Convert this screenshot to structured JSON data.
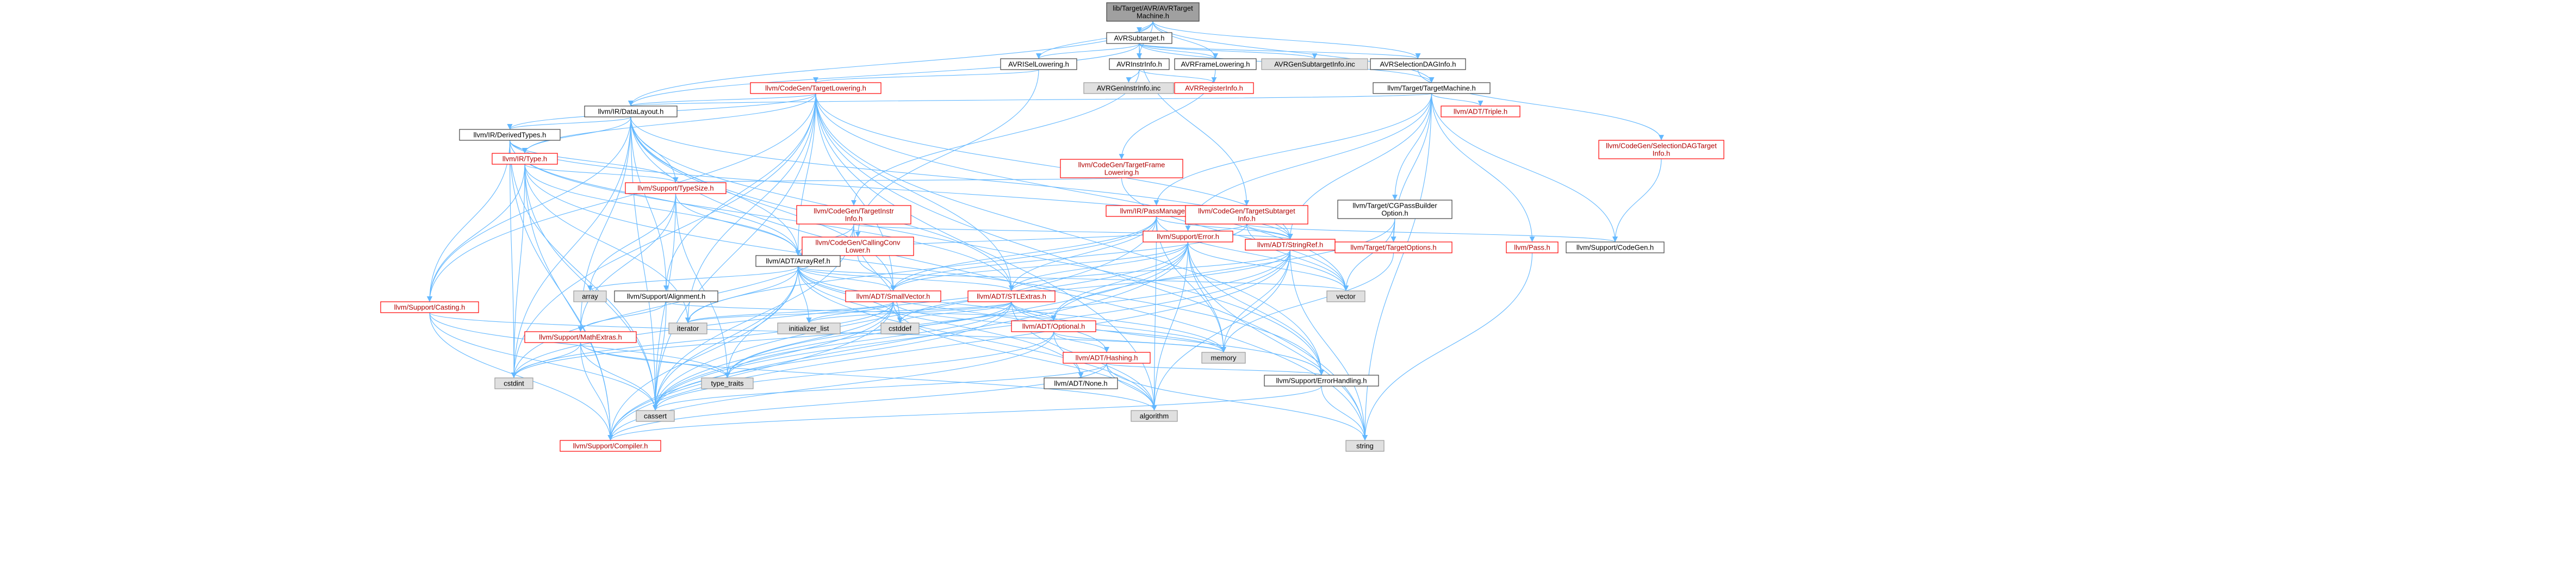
{
  "graph": {
    "colors": {
      "edge": "#63b8ff",
      "root_fill": "#a0a0a0",
      "normal_fill": "#ffffff",
      "normal_stroke": "#404040",
      "normal_text": "#000000",
      "truncated_stroke": "#ff0000",
      "truncated_text": "#b00000",
      "external_fill": "#e0e0e0",
      "external_stroke": "#999999"
    },
    "nodes": [
      {
        "id": "root",
        "label": "lib/Target/AVR/AVRTarget\nMachine.h",
        "kind": "root"
      },
      {
        "id": "avrsubtarget",
        "label": "AVRSubtarget.h",
        "kind": "normal"
      },
      {
        "id": "avrisellowering",
        "label": "AVRISelLowering.h",
        "kind": "normal"
      },
      {
        "id": "avrinstrinfo",
        "label": "AVRInstrInfo.h",
        "kind": "normal"
      },
      {
        "id": "avrframelowering",
        "label": "AVRFrameLowering.h",
        "kind": "normal"
      },
      {
        "id": "avrgensubtargetinfo",
        "label": "AVRGenSubtargetInfo.inc",
        "kind": "external"
      },
      {
        "id": "avrselectiondaginfo",
        "label": "AVRSelectionDAGInfo.h",
        "kind": "normal"
      },
      {
        "id": "targetmachine",
        "label": "llvm/Target/TargetMachine.h",
        "kind": "normal"
      },
      {
        "id": "avrgeninstrinfo",
        "label": "AVRGenInstrInfo.inc",
        "kind": "external"
      },
      {
        "id": "avrregisterinfo",
        "label": "AVRRegisterInfo.h",
        "kind": "truncated"
      },
      {
        "id": "targetlowering",
        "label": "llvm/CodeGen/TargetLowering.h",
        "kind": "truncated"
      },
      {
        "id": "datalayout",
        "label": "llvm/IR/DataLayout.h",
        "kind": "normal"
      },
      {
        "id": "triple",
        "label": "llvm/ADT/Triple.h",
        "kind": "truncated"
      },
      {
        "id": "seldaginfo",
        "label": "llvm/CodeGen/SelectionDAGTarget\nInfo.h",
        "kind": "truncated"
      },
      {
        "id": "derivedtypes",
        "label": "llvm/IR/DerivedTypes.h",
        "kind": "normal"
      },
      {
        "id": "targetframelowering",
        "label": "llvm/CodeGen/TargetFrame\nLowering.h",
        "kind": "truncated"
      },
      {
        "id": "irtype",
        "label": "llvm/IR/Type.h",
        "kind": "truncated"
      },
      {
        "id": "targetinstrinfo",
        "label": "llvm/CodeGen/TargetInstr\nInfo.h",
        "kind": "truncated"
      },
      {
        "id": "passmanager",
        "label": "llvm/IR/PassManager.h",
        "kind": "truncated"
      },
      {
        "id": "targetsubtargetinfo",
        "label": "llvm/CodeGen/TargetSubtarget\nInfo.h",
        "kind": "truncated"
      },
      {
        "id": "cgpassbuilder",
        "label": "llvm/Target/CGPassBuilder\nOption.h",
        "kind": "normal"
      },
      {
        "id": "typesize",
        "label": "llvm/Support/TypeSize.h",
        "kind": "truncated"
      },
      {
        "id": "callingconvlower",
        "label": "llvm/CodeGen/CallingConv\nLower.h",
        "kind": "truncated"
      },
      {
        "id": "stringref",
        "label": "llvm/ADT/StringRef.h",
        "kind": "truncated"
      },
      {
        "id": "supporterror",
        "label": "llvm/Support/Error.h",
        "kind": "truncated"
      },
      {
        "id": "targetoptions",
        "label": "llvm/Target/TargetOptions.h",
        "kind": "truncated"
      },
      {
        "id": "pass",
        "label": "llvm/Pass.h",
        "kind": "truncated"
      },
      {
        "id": "supportcodegen",
        "label": "llvm/Support/CodeGen.h",
        "kind": "normal"
      },
      {
        "id": "arrayref",
        "label": "llvm/ADT/ArrayRef.h",
        "kind": "normal"
      },
      {
        "id": "supportcasting",
        "label": "llvm/Support/Casting.h",
        "kind": "truncated"
      },
      {
        "id": "array",
        "label": "array",
        "kind": "external"
      },
      {
        "id": "supportalignment",
        "label": "llvm/Support/Alignment.h",
        "kind": "normal"
      },
      {
        "id": "smallvector",
        "label": "llvm/ADT/SmallVector.h",
        "kind": "truncated"
      },
      {
        "id": "stlextras",
        "label": "llvm/ADT/STLExtras.h",
        "kind": "truncated"
      },
      {
        "id": "vector",
        "label": "vector",
        "kind": "external"
      },
      {
        "id": "mathextras",
        "label": "llvm/Support/MathExtras.h",
        "kind": "truncated"
      },
      {
        "id": "iterator",
        "label": "iterator",
        "kind": "external"
      },
      {
        "id": "initializer_list",
        "label": "initializer_list",
        "kind": "external"
      },
      {
        "id": "cstddef",
        "label": "cstddef",
        "kind": "external"
      },
      {
        "id": "optional",
        "label": "llvm/ADT/Optional.h",
        "kind": "truncated"
      },
      {
        "id": "memory",
        "label": "memory",
        "kind": "external"
      },
      {
        "id": "cstdint",
        "label": "cstdint",
        "kind": "external"
      },
      {
        "id": "type_traits",
        "label": "type_traits",
        "kind": "external"
      },
      {
        "id": "none",
        "label": "llvm/ADT/None.h",
        "kind": "normal"
      },
      {
        "id": "hashing",
        "label": "llvm/ADT/Hashing.h",
        "kind": "truncated"
      },
      {
        "id": "cassert",
        "label": "cassert",
        "kind": "external"
      },
      {
        "id": "algorithm",
        "label": "algorithm",
        "kind": "external"
      },
      {
        "id": "errorhandling",
        "label": "llvm/Support/ErrorHandling.h",
        "kind": "normal"
      },
      {
        "id": "compiler",
        "label": "llvm/Support/Compiler.h",
        "kind": "truncated"
      },
      {
        "id": "string",
        "label": "string",
        "kind": "external"
      }
    ],
    "edges": [
      [
        "root",
        "avrsubtarget"
      ],
      [
        "root",
        "avrisellowering"
      ],
      [
        "root",
        "avrinstrinfo"
      ],
      [
        "root",
        "avrframelowering"
      ],
      [
        "root",
        "avrselectiondaginfo"
      ],
      [
        "root",
        "targetmachine"
      ],
      [
        "root",
        "datalayout"
      ],
      [
        "avrsubtarget",
        "avrisellowering"
      ],
      [
        "avrsubtarget",
        "avrinstrinfo"
      ],
      [
        "avrsubtarget",
        "avrframelowering"
      ],
      [
        "avrsubtarget",
        "avrgensubtargetinfo"
      ],
      [
        "avrsubtarget",
        "avrselectiondaginfo"
      ],
      [
        "avrsubtarget",
        "targetmachine"
      ],
      [
        "avrsubtarget",
        "datalayout"
      ],
      [
        "avrsubtarget",
        "targetsubtargetinfo"
      ],
      [
        "avrisellowering",
        "targetlowering"
      ],
      [
        "avrisellowering",
        "callingconvlower"
      ],
      [
        "avrinstrinfo",
        "avrgeninstrinfo"
      ],
      [
        "avrinstrinfo",
        "avrregisterinfo"
      ],
      [
        "avrinstrinfo",
        "targetinstrinfo"
      ],
      [
        "avrframelowering",
        "targetframelowering"
      ],
      [
        "avrselectiondaginfo",
        "seldaginfo"
      ],
      [
        "targetmachine",
        "datalayout"
      ],
      [
        "targetmachine",
        "triple"
      ],
      [
        "targetmachine",
        "passmanager"
      ],
      [
        "targetmachine",
        "cgpassbuilder"
      ],
      [
        "targetmachine",
        "targetoptions"
      ],
      [
        "targetmachine",
        "supportcodegen"
      ],
      [
        "targetmachine",
        "pass"
      ],
      [
        "targetmachine",
        "supporterror"
      ],
      [
        "targetmachine",
        "stringref"
      ],
      [
        "targetmachine",
        "string"
      ],
      [
        "targetlowering",
        "datalayout"
      ],
      [
        "targetlowering",
        "derivedtypes"
      ],
      [
        "targetlowering",
        "irtype"
      ],
      [
        "targetlowering",
        "arrayref"
      ],
      [
        "targetlowering",
        "smallvector"
      ],
      [
        "targetlowering",
        "stlextras"
      ],
      [
        "targetlowering",
        "stringref"
      ],
      [
        "targetlowering",
        "supportcasting"
      ],
      [
        "targetlowering",
        "supportalignment"
      ],
      [
        "targetlowering",
        "errorhandling"
      ],
      [
        "targetlowering",
        "cassert"
      ],
      [
        "targetlowering",
        "cstdint"
      ],
      [
        "targetlowering",
        "iterator"
      ],
      [
        "targetlowering",
        "string"
      ],
      [
        "targetlowering",
        "vector"
      ],
      [
        "targetlowering",
        "algorithm"
      ],
      [
        "datalayout",
        "derivedtypes"
      ],
      [
        "datalayout",
        "irtype"
      ],
      [
        "datalayout",
        "arrayref"
      ],
      [
        "datalayout",
        "stringref"
      ],
      [
        "datalayout",
        "smallvector"
      ],
      [
        "datalayout",
        "stlextras"
      ],
      [
        "datalayout",
        "supportalignment"
      ],
      [
        "datalayout",
        "typesize"
      ],
      [
        "datalayout",
        "mathextras"
      ],
      [
        "datalayout",
        "errorhandling"
      ],
      [
        "datalayout",
        "supportcasting"
      ],
      [
        "datalayout",
        "cassert"
      ],
      [
        "datalayout",
        "cstdint"
      ],
      [
        "datalayout",
        "string"
      ],
      [
        "derivedtypes",
        "irtype"
      ],
      [
        "derivedtypes",
        "arrayref"
      ],
      [
        "derivedtypes",
        "stlextras"
      ],
      [
        "derivedtypes",
        "stringref"
      ],
      [
        "derivedtypes",
        "supportcasting"
      ],
      [
        "derivedtypes",
        "compiler"
      ],
      [
        "derivedtypes",
        "typesize"
      ],
      [
        "derivedtypes",
        "cassert"
      ],
      [
        "derivedtypes",
        "cstdint"
      ],
      [
        "irtype",
        "arrayref"
      ],
      [
        "irtype",
        "supportcasting"
      ],
      [
        "irtype",
        "compiler"
      ],
      [
        "irtype",
        "errorhandling"
      ],
      [
        "irtype",
        "typesize"
      ],
      [
        "irtype",
        "cassert"
      ],
      [
        "irtype",
        "cstdint"
      ],
      [
        "irtype",
        "iterator"
      ],
      [
        "seldaginfo",
        "supportcodegen"
      ],
      [
        "targetframelowering",
        "typesize"
      ],
      [
        "targetframelowering",
        "vector"
      ],
      [
        "targetinstrinfo",
        "arrayref"
      ],
      [
        "targetinstrinfo",
        "stringref"
      ],
      [
        "targetinstrinfo",
        "cassert"
      ],
      [
        "targetinstrinfo",
        "cstddef"
      ],
      [
        "targetinstrinfo",
        "cstdint"
      ],
      [
        "passmanager",
        "stringref"
      ],
      [
        "passmanager",
        "stlextras"
      ],
      [
        "passmanager",
        "smallvector"
      ],
      [
        "passmanager",
        "algorithm"
      ],
      [
        "passmanager",
        "cassert"
      ],
      [
        "passmanager",
        "cstring"
      ],
      [
        "passmanager",
        "iterator"
      ],
      [
        "passmanager",
        "vector"
      ],
      [
        "passmanager",
        "memory"
      ],
      [
        "passmanager",
        "typeinfo"
      ],
      [
        "targetsubtargetinfo",
        "arrayref"
      ],
      [
        "targetsubtargetinfo",
        "smallvector"
      ],
      [
        "targetsubtargetinfo",
        "stringref"
      ],
      [
        "targetsubtargetinfo",
        "supportcodegen"
      ],
      [
        "targetsubtargetinfo",
        "vector"
      ],
      [
        "cgpassbuilder",
        "optional"
      ],
      [
        "cgpassbuilder",
        "targetoptions"
      ],
      [
        "cgpassbuilder",
        "vector"
      ],
      [
        "typesize",
        "arrayref"
      ],
      [
        "typesize",
        "mathextras"
      ],
      [
        "typesize",
        "array"
      ],
      [
        "typesize",
        "cassert"
      ],
      [
        "typesize",
        "type_traits"
      ],
      [
        "callingconvlower",
        "arrayref"
      ],
      [
        "callingconvlower",
        "smallvector"
      ],
      [
        "stringref",
        "stlextras"
      ],
      [
        "stringref",
        "compiler"
      ],
      [
        "stringref",
        "algorithm"
      ],
      [
        "stringref",
        "cassert"
      ],
      [
        "stringref",
        "cstddef"
      ],
      [
        "stringref",
        "memory"
      ],
      [
        "stringref",
        "string"
      ],
      [
        "stringref",
        "type_traits"
      ],
      [
        "supporterror",
        "stlextras"
      ],
      [
        "supporterror",
        "smallvector"
      ],
      [
        "supporterror",
        "compiler"
      ],
      [
        "supporterror",
        "errorhandling"
      ],
      [
        "supporterror",
        "algorithm"
      ],
      [
        "supporterror",
        "cassert"
      ],
      [
        "supporterror",
        "cstdint"
      ],
      [
        "supporterror",
        "memory"
      ],
      [
        "supporterror",
        "string"
      ],
      [
        "supporterror",
        "vector"
      ],
      [
        "supporterror",
        "optional"
      ],
      [
        "arrayref",
        "hashing"
      ],
      [
        "arrayref",
        "none"
      ],
      [
        "arrayref",
        "smallvector"
      ],
      [
        "arrayref",
        "stlextras"
      ],
      [
        "arrayref",
        "compiler"
      ],
      [
        "arrayref",
        "algorithm"
      ],
      [
        "arrayref",
        "array"
      ],
      [
        "arrayref",
        "cassert"
      ],
      [
        "arrayref",
        "cstddef"
      ],
      [
        "arrayref",
        "initializer_list"
      ],
      [
        "arrayref",
        "iterator"
      ],
      [
        "arrayref",
        "memory"
      ],
      [
        "arrayref",
        "type_traits"
      ],
      [
        "arrayref",
        "vector"
      ],
      [
        "supportcasting",
        "compiler"
      ],
      [
        "supportcasting",
        "type_traits"
      ],
      [
        "supportcasting",
        "cassert"
      ],
      [
        "supportcasting",
        "memory"
      ],
      [
        "supportalignment",
        "mathextras"
      ],
      [
        "supportalignment",
        "cassert"
      ],
      [
        "supportalignment",
        "optional"
      ],
      [
        "smallvector",
        "compiler"
      ],
      [
        "smallvector",
        "algorithm"
      ],
      [
        "smallvector",
        "cassert"
      ],
      [
        "smallvector",
        "cstddef"
      ],
      [
        "smallvector",
        "cstdint"
      ],
      [
        "smallvector",
        "initializer_list"
      ],
      [
        "smallvector",
        "iterator"
      ],
      [
        "smallvector",
        "memory"
      ],
      [
        "smallvector",
        "type_traits"
      ],
      [
        "stlextras",
        "optional"
      ],
      [
        "stlextras",
        "errorhandling"
      ],
      [
        "stlextras",
        "algorithm"
      ],
      [
        "stlextras",
        "cassert"
      ],
      [
        "stlextras",
        "cstddef"
      ],
      [
        "stlextras",
        "cstdint"
      ],
      [
        "stlextras",
        "initializer_list"
      ],
      [
        "stlextras",
        "iterator"
      ],
      [
        "stlextras",
        "memory"
      ],
      [
        "stlextras",
        "type_traits"
      ],
      [
        "mathextras",
        "compiler"
      ],
      [
        "mathextras",
        "algorithm"
      ],
      [
        "mathextras",
        "cassert"
      ],
      [
        "mathextras",
        "cstdint"
      ],
      [
        "mathextras",
        "type_traits"
      ],
      [
        "optional",
        "hashing"
      ],
      [
        "optional",
        "none"
      ],
      [
        "optional",
        "compiler"
      ],
      [
        "optional",
        "cassert"
      ],
      [
        "optional",
        "memory"
      ],
      [
        "hashing",
        "errorhandling"
      ],
      [
        "hashing",
        "algorithm"
      ],
      [
        "hashing",
        "cassert"
      ],
      [
        "hashing",
        "string"
      ],
      [
        "hashing",
        "compiler"
      ],
      [
        "errorhandling",
        "compiler"
      ],
      [
        "errorhandling",
        "string"
      ],
      [
        "pass",
        "string"
      ],
      [
        "targetoptions",
        "memory"
      ]
    ]
  }
}
